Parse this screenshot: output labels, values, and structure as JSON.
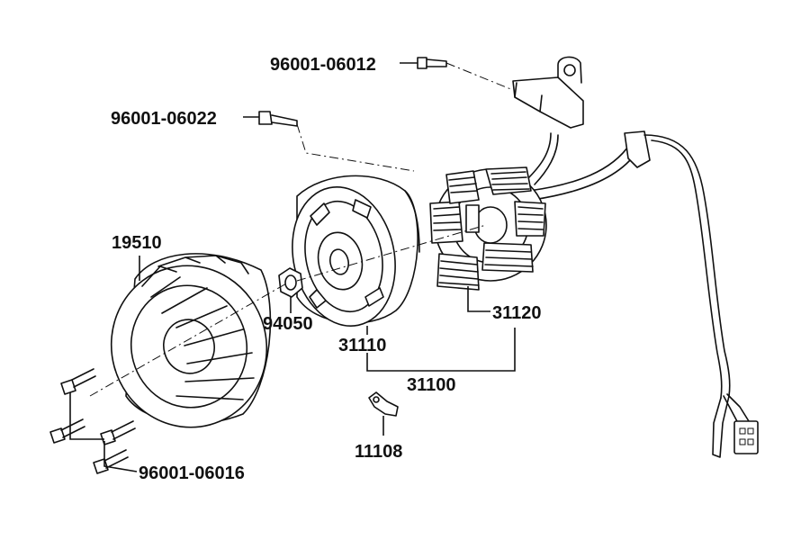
{
  "labels": {
    "screw_top": "96001-06012",
    "bolt_left": "96001-06022",
    "fan": "19510",
    "nut": "94050",
    "flywheel": "31110",
    "stator": "31120",
    "assembly": "31100",
    "bracket": "11108",
    "fan_bolts": "96001-06016"
  }
}
